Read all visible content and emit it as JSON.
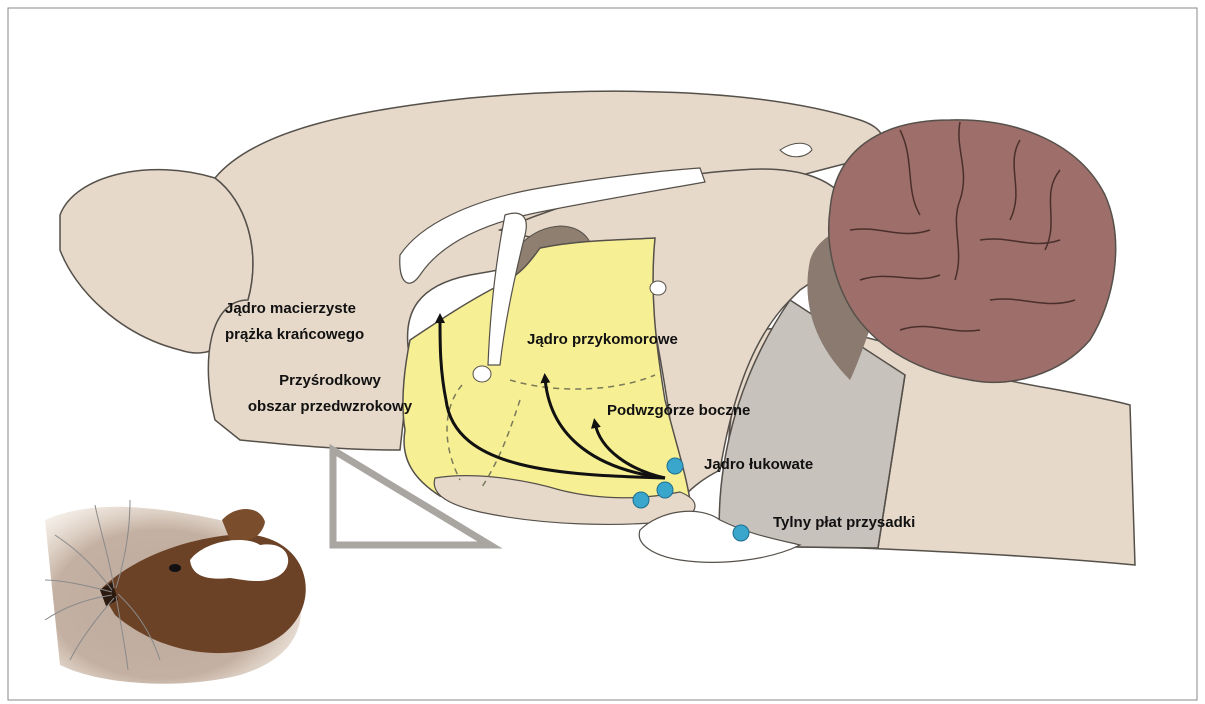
{
  "labels": {
    "bnst_line1": "Jądro macierzyste",
    "bnst_line2": "prążka krańcowego",
    "mpoa_line1": "Przyśrodkowy",
    "mpoa_line2": "obszar przedwzrokowy",
    "pvn": "Jądro przykomorowe",
    "lh": "Podwzgórze boczne",
    "arc": "Jądro łukowate",
    "pp": "Tylny płat przysadki"
  },
  "colors": {
    "brain": "#e6d9ca",
    "brain_outline": "#55504a",
    "hypothalamus": "#f7ef94",
    "cerebellum": "#9e6e6a",
    "brainstem": "#c8c2bd",
    "neuron": "#3aa6cc",
    "arrow": "#111111"
  },
  "icons": {
    "mouse": "mouse-head-icon",
    "orientation": "triangle-icon"
  }
}
